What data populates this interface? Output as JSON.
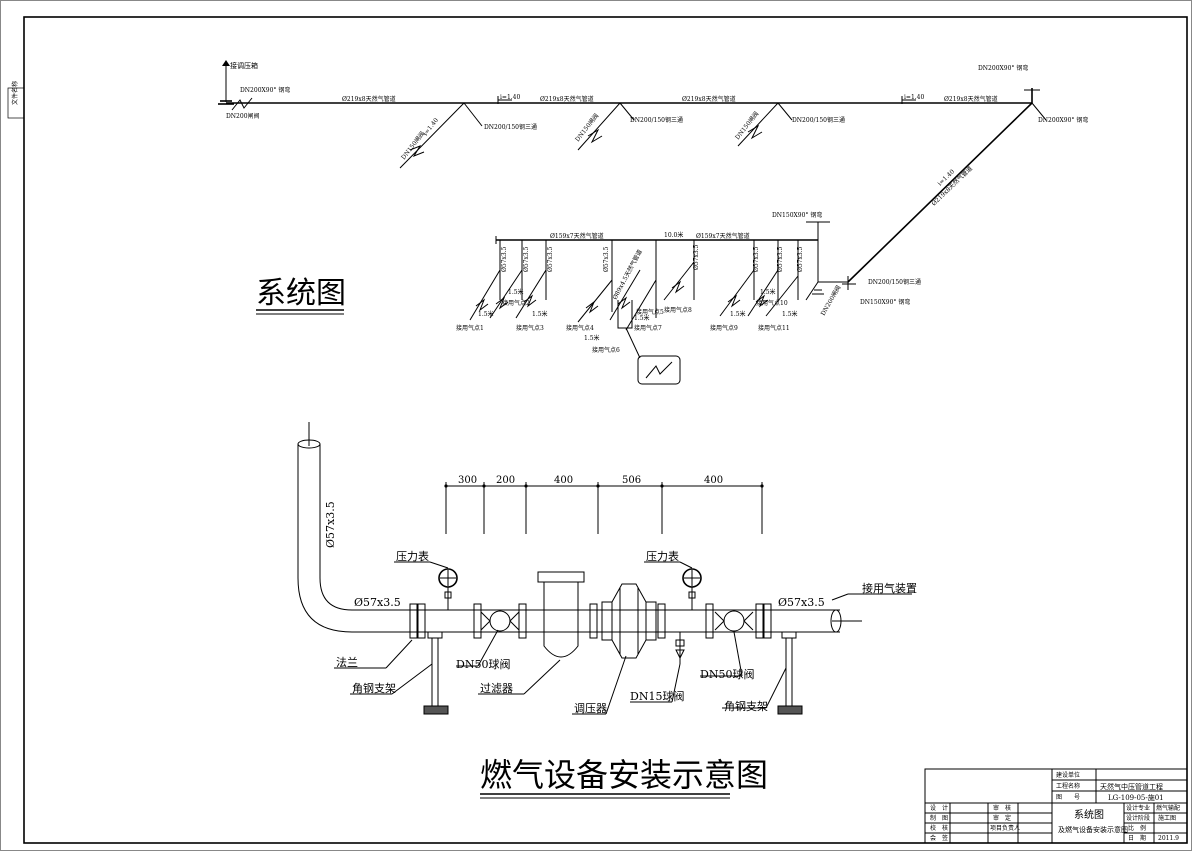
{
  "side_stamp": "文件名称",
  "top_system": {
    "jie_yali": "接调压箱",
    "elbow_top_left": "DN200X90° 钢弯",
    "valve_dn200": "DN200闸阀",
    "pipe_1": "Ø219x8天然气管道",
    "pipe_2": "Ø219x8天然气管道",
    "pipe_3": "Ø219x8天然气管道",
    "pipe_4": "Ø219x8天然气管道",
    "pipe_diag": "Ø219x8天然气管道",
    "slope_1": "i=1.40",
    "slope_2": "i=1.40",
    "slope_3": "i=1.40",
    "slope_diag": "i=1.40",
    "tee_1": "DN200/150钢三通",
    "tee_2": "DN200/150钢三通",
    "tee_3": "DN200/150钢三通",
    "tee_right": "DN200/150钢三通",
    "branch_valve_1": "DN150闸阀",
    "branch_valve_2": "DN150闸阀",
    "branch_valve_3": "DN150闸阀",
    "elbow_top_right": "DN200X90° 钢弯",
    "elbow_right": "DN200X90° 钢弯",
    "elbow_dn150": "DN150X90° 钢弯",
    "elbow_dn150_b": "DN150X90° 钢弯",
    "valve_dn200_b": "DN200闸阀"
  },
  "mid_system": {
    "pipe_left": "Ø159x7天然气管道",
    "pipe_right": "Ø159x7天然气管道",
    "height": "10.0米",
    "branch_a": "Ø57x3.5",
    "branch_b": "Ø57x3.5",
    "branch_c": "Ø57x3.5",
    "branch_d": "Ø57x3.5",
    "branch_e": "Ø57x3.5",
    "branch_f": "Ø57x3.5",
    "branch_g": "Ø57x3.5",
    "branch_h": "Ø57x3.5",
    "branch_i": "Ø89x4.5天然气管道",
    "h15_1": "1.5米",
    "h15_2": "1.5米",
    "h15_3": "1.5米",
    "h15_4": "1.5米",
    "h15_5": "1.5米",
    "h15_6": "1.5米",
    "h15_7": "1.5米",
    "h15_8": "1.5米",
    "pt1": "接用气点1",
    "pt2": "接用气点2",
    "pt3": "接用气点3",
    "pt4": "接用气点4",
    "pt5": "接用气点5",
    "pt6": "接用气点6",
    "pt7": "接用气点7",
    "pt8": "接用气点8",
    "pt9": "接用气点9",
    "pt10": "接用气点10",
    "pt11": "接用气点11"
  },
  "system_title": "系统图",
  "install": {
    "dim_1": "300",
    "dim_2": "200",
    "dim_3": "400",
    "dim_4": "506",
    "dim_5": "400",
    "riser_pipe": "Ø57x3.5",
    "pipe_left": "Ø57x3.5",
    "pipe_right": "Ø57x3.5",
    "gauge_left": "压力表",
    "gauge_right": "压力表",
    "outlet": "接用气装置",
    "flange": "法兰",
    "support_left": "角钢支架",
    "support_right": "角钢支架",
    "ball_valve_left": "DN50球阀",
    "ball_valve_right": "DN50球阀",
    "filter": "过滤器",
    "regulator": "调压器",
    "drain_valve": "DN15球阀"
  },
  "install_title": "燃气设备安装示意图",
  "title_block": {
    "build_unit_label": "建设单位",
    "build_unit_value": "",
    "project_label": "工程名称",
    "project_value": "天然气中压管道工程",
    "drawing_no_label": "图　　号",
    "drawing_no_value": "LG-109-05-施01",
    "drawing_name_1": "系统图",
    "drawing_name_2": "及燃气设备安装示意图",
    "role_design": "设　计",
    "role_draw": "制　图",
    "role_check": "校　核",
    "role_approve": "会　签",
    "role_review": "审　核",
    "role_audit": "审　定",
    "role_pm": "项目负责人",
    "design_major_label": "设计专业",
    "design_major_value": "燃气输配",
    "design_stage_label": "设计阶段",
    "design_stage_value": "施工图",
    "scale_label": "比　例",
    "date_label": "日　期",
    "date_value": "2011.9"
  }
}
